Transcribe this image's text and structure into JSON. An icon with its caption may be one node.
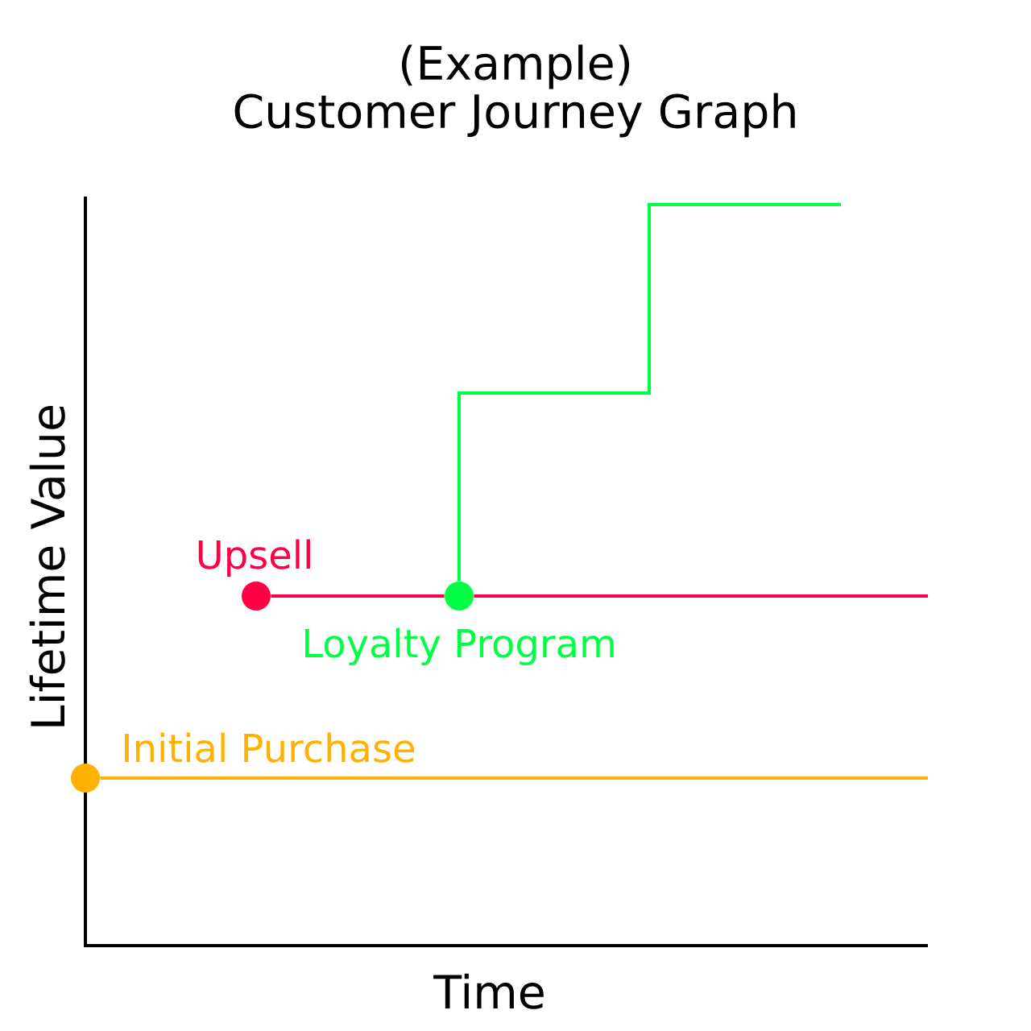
{
  "diagram": {
    "title": "(Example) Customer Journey Graph",
    "nodes": [
      {
        "text": [],
        "shape": "circle",
        "beside": [
          "Initial Purchase"
        ]
      },
      {
        "text": [],
        "shape": "circle",
        "beside": [
          "Upsell"
        ]
      },
      {
        "text": [],
        "shape": "circle",
        "beside": [
          "Loyalty Program"
        ]
      }
    ],
    "edges": [
      {
        "from": 0,
        "to": null,
        "arrow": "none",
        "color": "#ffb000"
      },
      {
        "from": 1,
        "to": null,
        "arrow": "none",
        "color": "#ff0044"
      },
      {
        "from": 2,
        "to": null,
        "arrow": "none",
        "color": "#00ff44"
      }
    ],
    "labels": [
      "Lifetime Value",
      "Time"
    ]
  }
}
